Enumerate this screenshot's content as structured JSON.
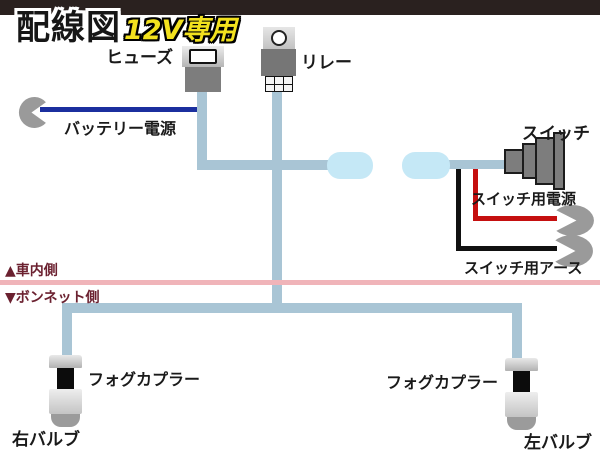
{
  "diagram": {
    "title": "配線図",
    "badge": "12V専用",
    "components": {
      "fuse_label": "ヒューズ",
      "relay_label": "リレー",
      "battery_label": "バッテリー電源",
      "switch_label": "スイッチ",
      "switch_power_label": "スイッチ用電源",
      "switch_ground_label": "スイッチ用アース",
      "fog_coupler_left_label": "フォグカプラー",
      "fog_coupler_right_label": "フォグカプラー",
      "right_bulb_label": "右バルブ",
      "left_bulb_label": "左バルブ"
    },
    "dividers": {
      "cabin_side": "▲車内側",
      "bonnet_side": "▼ボンネット側"
    },
    "colors": {
      "top_bar": "#2a211f",
      "badge_yellow": "#f2e11e",
      "harness_wire_blue": "#a9c5d5",
      "bullet_connector_blue": "#c5e8f6",
      "battery_wire_blue": "#1b2f9e",
      "switch_power_wire_red": "#c50f0f",
      "switch_ground_wire_black": "#111111",
      "divider_pink": "#f0b4b9",
      "divider_text_maroon": "#6b2130",
      "component_gray": "#7d7d7d",
      "terminal_gray": "#9a9a9a"
    }
  }
}
